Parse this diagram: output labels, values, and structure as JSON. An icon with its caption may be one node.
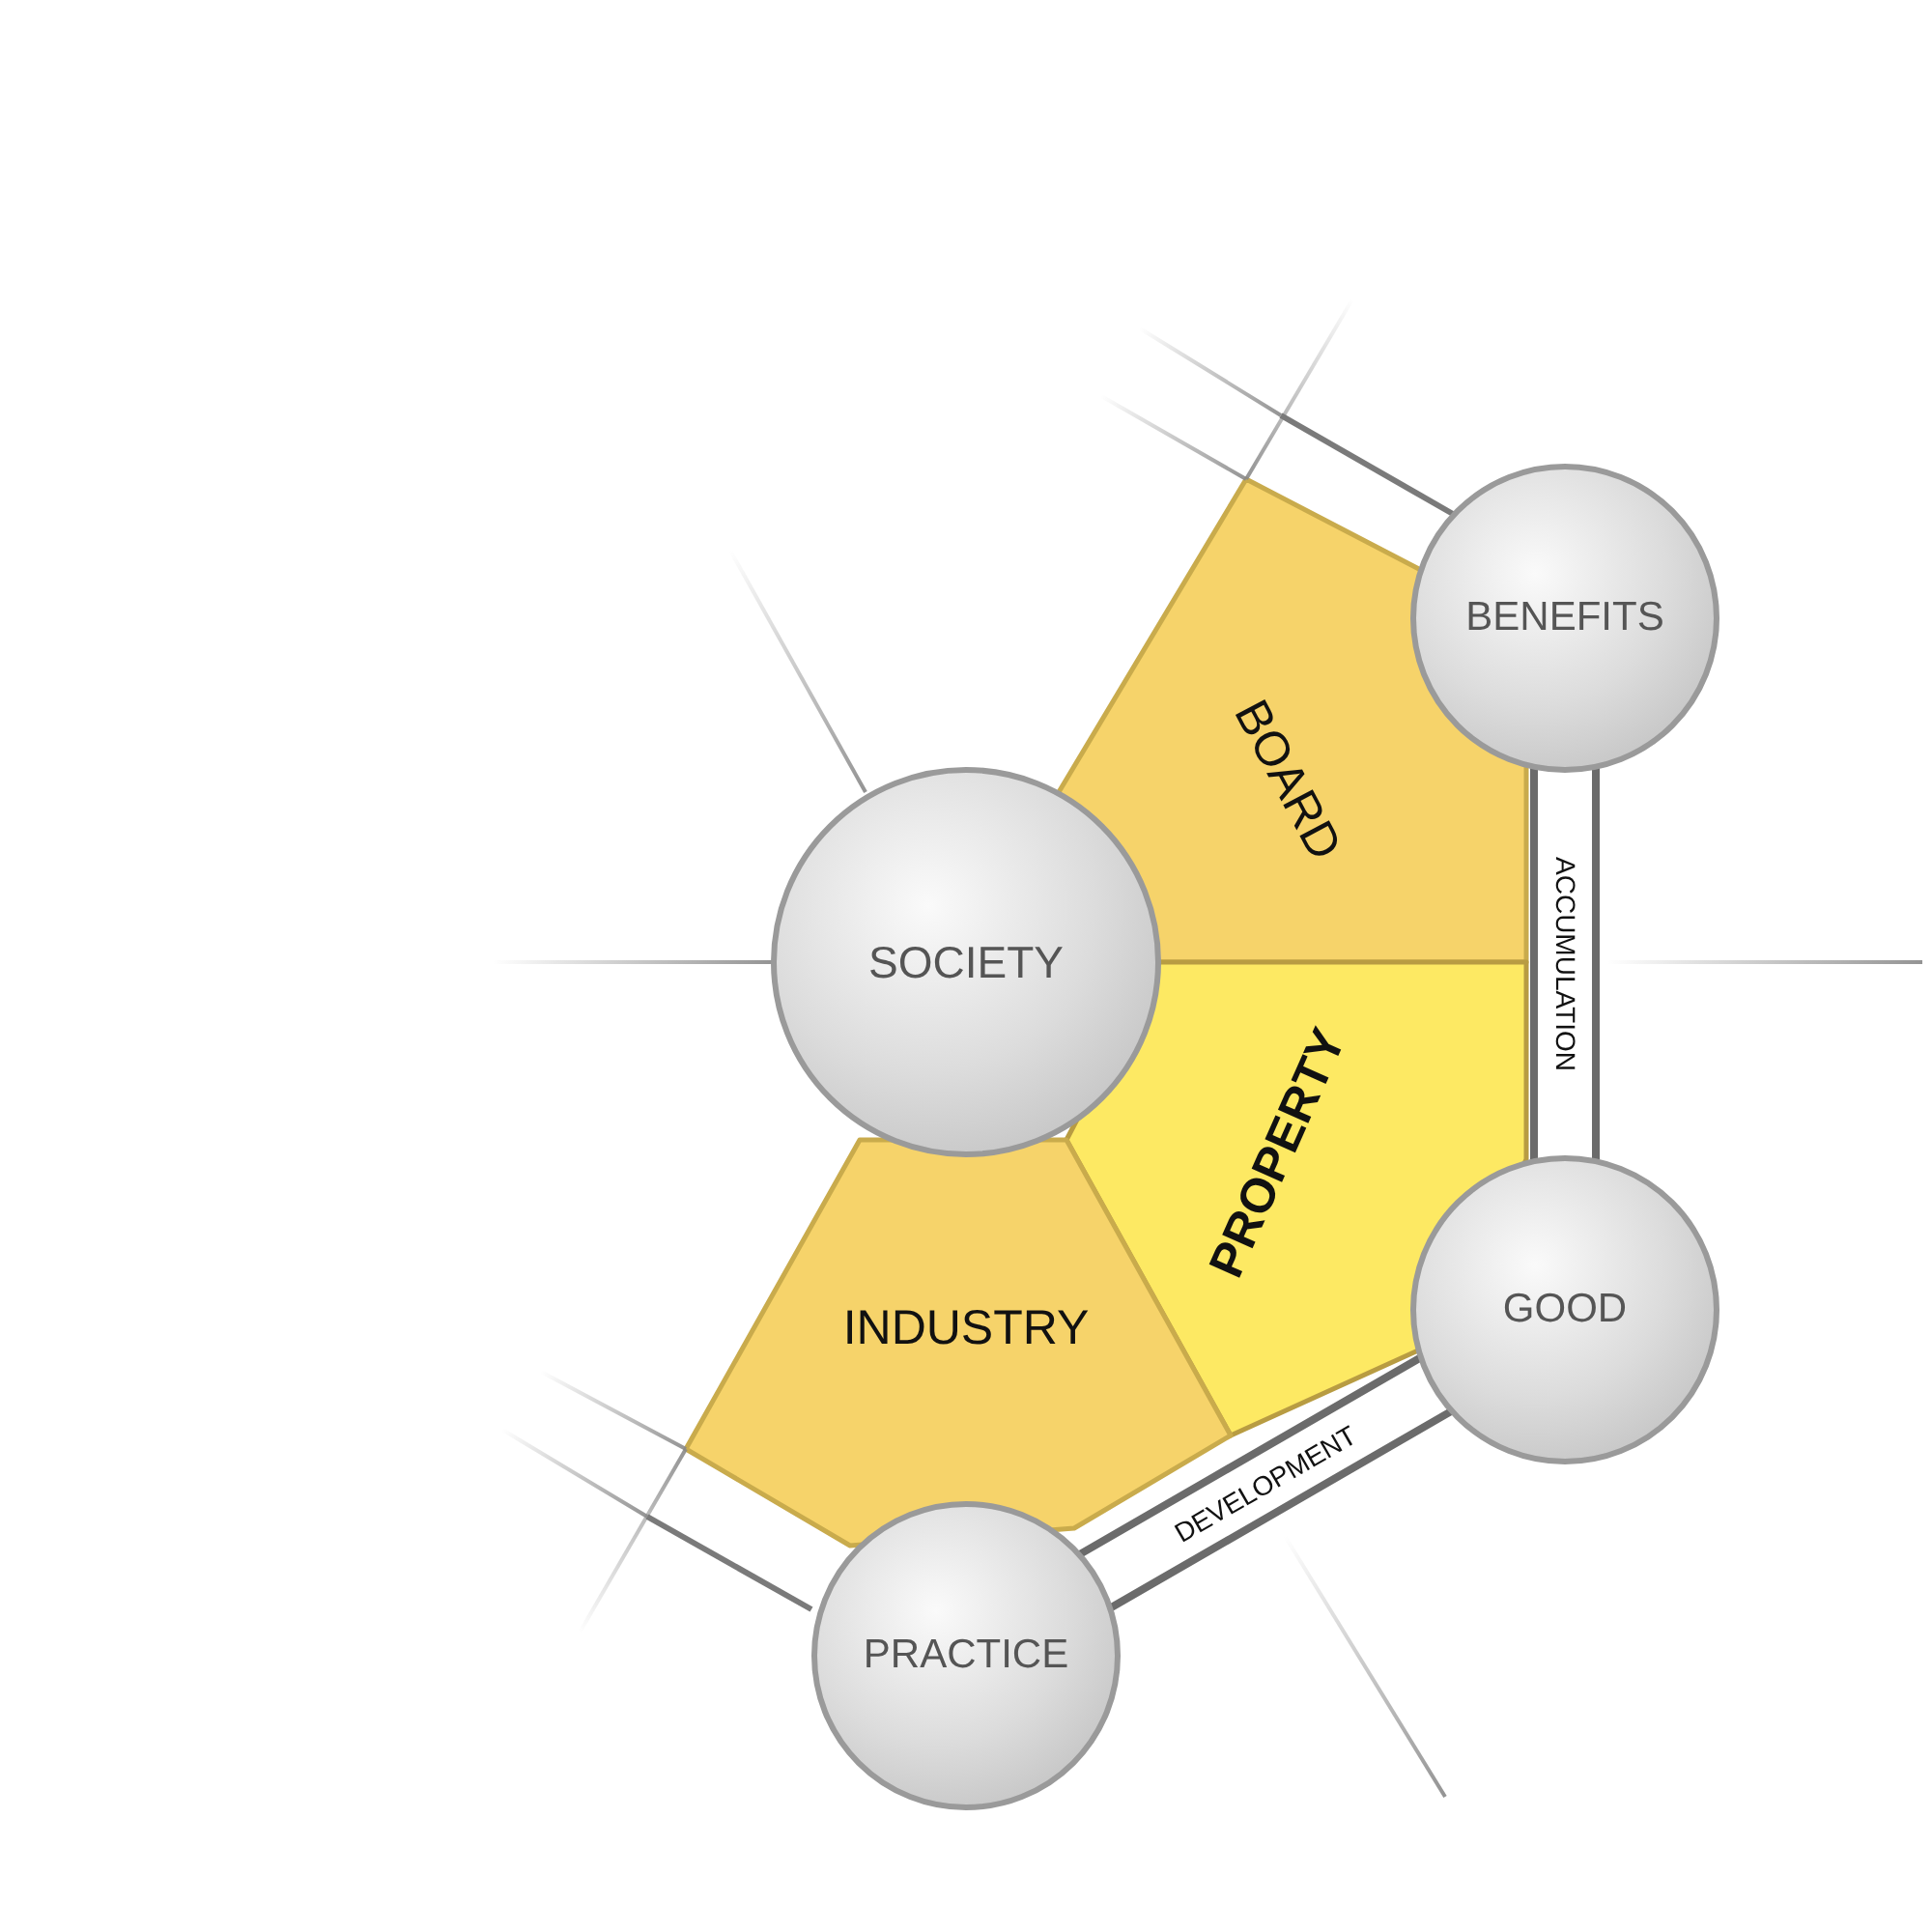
{
  "diagram": {
    "nodes": [
      {
        "text": [
          "BENEFITS"
        ]
      },
      {
        "text": [
          "BOARD"
        ]
      },
      {
        "text": [
          "SOCIETY"
        ]
      },
      {
        "text": [
          "PROPERTY"
        ]
      },
      {
        "text": [
          "GOOD"
        ]
      },
      {
        "text": [
          "INDUSTRY"
        ]
      },
      {
        "text": [
          "PRACTICE"
        ]
      }
    ],
    "edges": [
      {
        "from": 0,
        "to": 4,
        "arrow": "none",
        "label": "ACCUMULATION"
      },
      {
        "from": 6,
        "to": 4,
        "arrow": "none",
        "label": "DEVELOPMENT"
      }
    ]
  }
}
